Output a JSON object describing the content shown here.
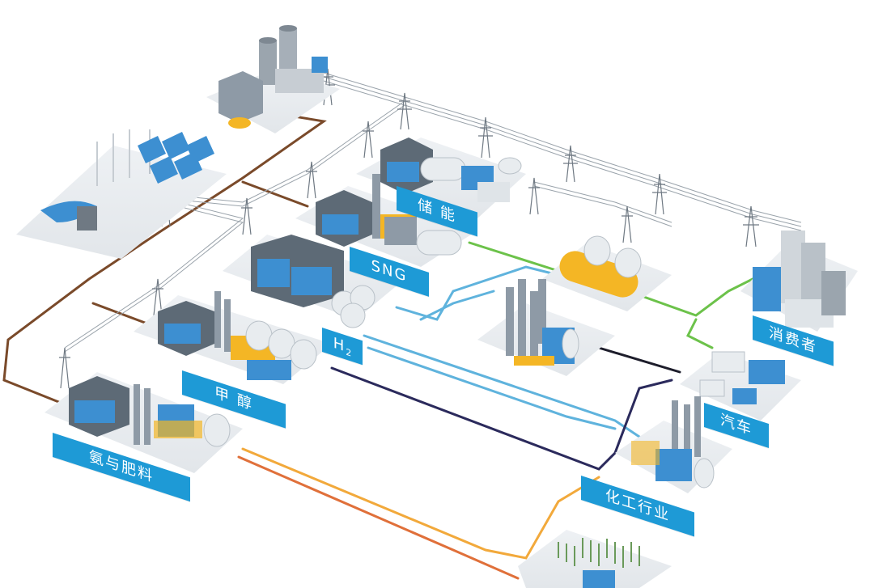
{
  "labels": {
    "storage": "储 能",
    "sng": "SNG",
    "hydrogen_main": "H",
    "hydrogen_sub": "2",
    "methanol": "甲 醇",
    "ammonia": "氨与肥料",
    "consumer": "消费者",
    "car": "汽车",
    "chemical": "化工行业"
  },
  "colors": {
    "label_bg": "#1e9ad6",
    "pipe_brown": "#7a4a2a",
    "pipe_green": "#6cc24a",
    "pipe_light_blue": "#5fb3dd",
    "pipe_dark_navy": "#2b2a5c",
    "pipe_orange": "#f2a93b",
    "pipe_red_orange": "#e0703a",
    "building_blue": "#3d8fd1",
    "building_grey": "#8e9aa6",
    "tank_white": "#e8ecef",
    "accent_yellow": "#f4b625"
  }
}
